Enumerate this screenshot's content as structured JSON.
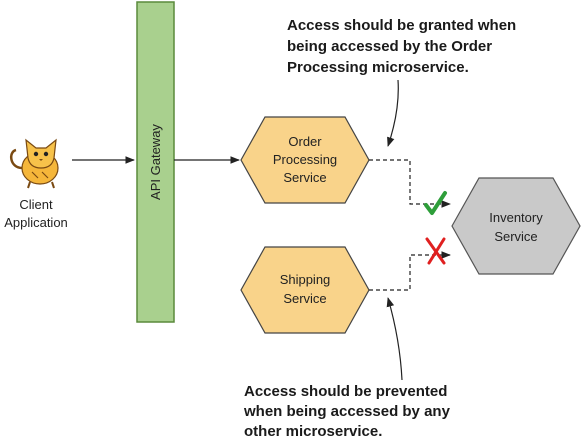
{
  "colors": {
    "gateway_fill": "#a9d08e",
    "gateway_stroke": "#5a8a3c",
    "service_fill": "#f9d38a",
    "service_stroke": "#444444",
    "inventory_fill": "#c9c9c9",
    "inventory_stroke": "#555555",
    "allowed": "#2e9e3a",
    "denied": "#e02020",
    "line": "#222222"
  },
  "client": {
    "line1": "Client",
    "line2": "Application",
    "icon": "tomcat-cat-icon"
  },
  "gateway": {
    "label": "API Gateway"
  },
  "order_service": {
    "line1": "Order",
    "line2": "Processing",
    "line3": "Service"
  },
  "shipping_service": {
    "line1": "Shipping",
    "line2": "Service"
  },
  "inventory_service": {
    "line1": "Inventory",
    "line2": "Service"
  },
  "note_top": {
    "line1": "Access should be granted when",
    "line2": "being accessed by the Order",
    "line3": "Processing microservice."
  },
  "note_bottom": {
    "line1": "Access should be prevented",
    "line2": "when being accessed by any",
    "line3": "other microservice."
  },
  "markers": {
    "allowed_icon": "checkmark-icon",
    "denied_icon": "cross-icon"
  }
}
